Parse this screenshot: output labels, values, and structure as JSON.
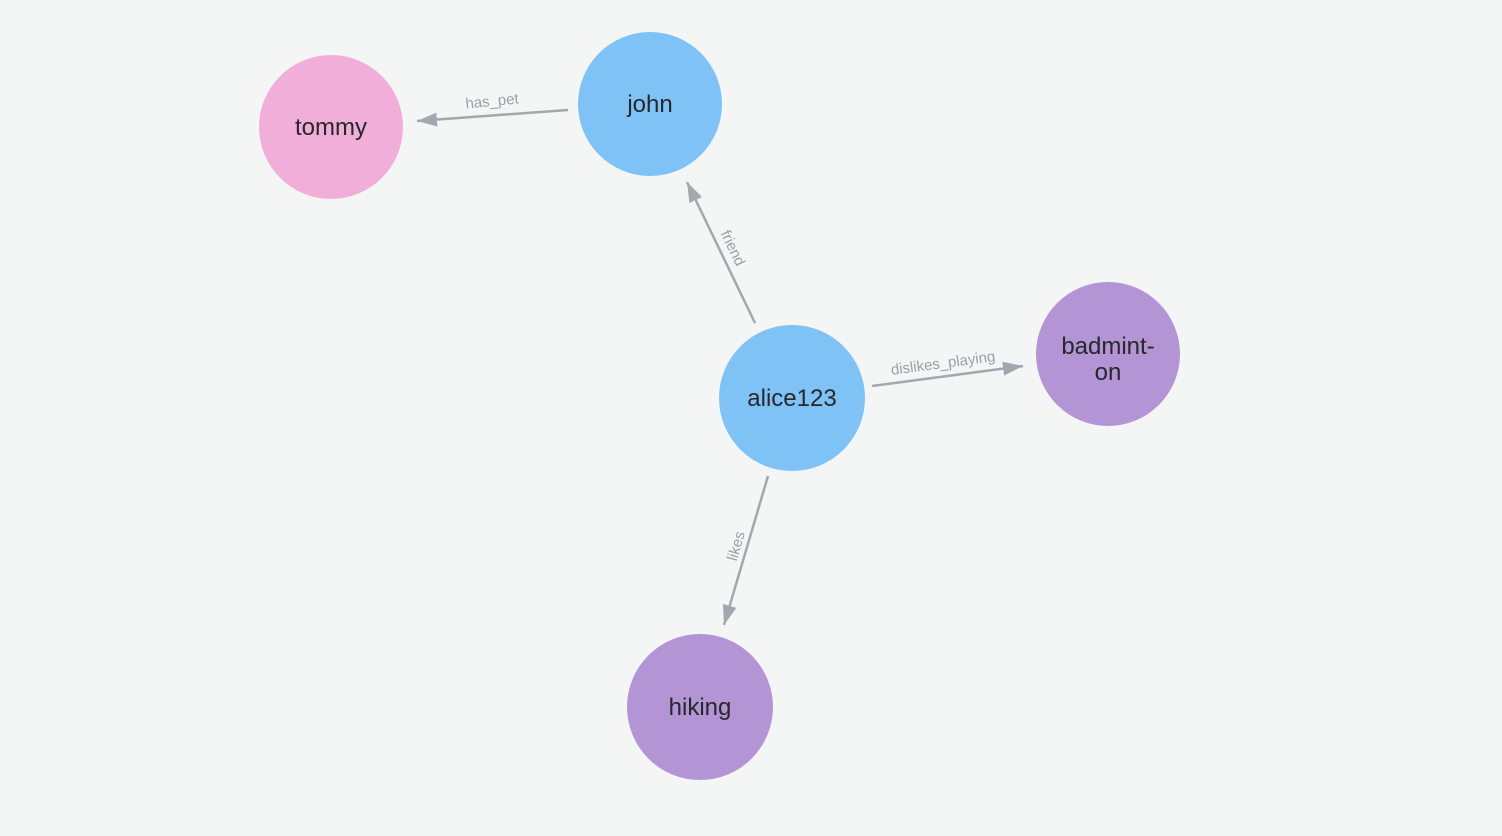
{
  "canvas": {
    "background": "#f4f5f5"
  },
  "graph": {
    "edge_color": "#a3a7af",
    "edge_label_color": "#9ba0a8",
    "node_label_color": "#26282b",
    "node_colors": {
      "person": "#7ec2f6",
      "pet": "#f1aed8",
      "activity": "#b394d4"
    },
    "nodes": [
      {
        "id": "tommy",
        "label": "tommy",
        "color": "#f1aed8"
      },
      {
        "id": "john",
        "label": "john",
        "color": "#7ec2f6"
      },
      {
        "id": "alice123",
        "label": "alice123",
        "color": "#7ec2f6"
      },
      {
        "id": "badminton",
        "label_lines": [
          "badmint-",
          "on"
        ],
        "color": "#b394d4"
      },
      {
        "id": "hiking",
        "label": "hiking",
        "color": "#b394d4"
      }
    ],
    "edges": [
      {
        "from": "john",
        "to": "tommy",
        "label": "has_pet"
      },
      {
        "from": "alice123",
        "to": "john",
        "label": "friend"
      },
      {
        "from": "alice123",
        "to": "badminton",
        "label": "dislikes_playing"
      },
      {
        "from": "alice123",
        "to": "hiking",
        "label": "likes"
      }
    ]
  }
}
